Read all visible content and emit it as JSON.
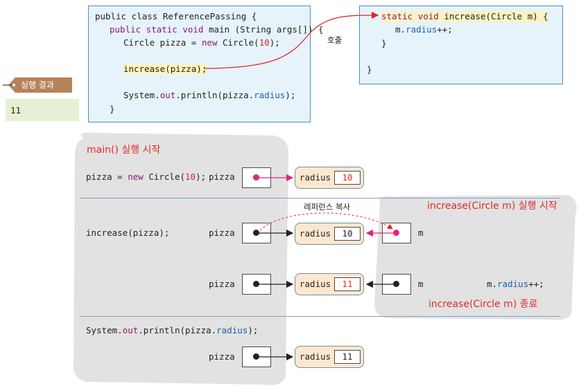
{
  "main_code": {
    "line1": "public class ReferencePassing {",
    "line2_kw": "public static void",
    "line2_rest": " main (String args[]) {",
    "line3_a": "Circle pizza = ",
    "line3_new": "new",
    "line3_b": " Circle(",
    "line3_num": "10",
    "line3_c": ");",
    "line4": "increase(pizza);",
    "line5_a": "System.",
    "line5_out": "out",
    "line5_b": ".println(pizza.",
    "line5_field": "radius",
    "line5_c": ");",
    "line6": "}"
  },
  "method_code": {
    "line1": "static void increase(Circle m) {",
    "line2_a": "m.",
    "line2_field": "radius",
    "line2_b": "++;",
    "line3": "}",
    "line4": "}"
  },
  "call_label": "호출",
  "result": {
    "tag": "실행 결과",
    "value": "11"
  },
  "diagram": {
    "main_start": "main() 실행 시작",
    "stmt1_a": "pizza = ",
    "stmt1_new": "new",
    "stmt1_b": " Circle(",
    "stmt1_num": "10",
    "stmt1_c": ");",
    "stmt2": "increase(pizza);",
    "stmt3_a": "System.",
    "stmt3_out": "out",
    "stmt3_b": ".println(pizza.",
    "stmt3_field": "radius",
    "stmt3_c": ");",
    "pizza_label": "pizza",
    "m_label": "m",
    "radius_label": "radius",
    "value_10": "10",
    "value_11": "11",
    "ref_copy": "레퍼런스 복사",
    "increase_start": "increase(Circle m) 실행 시작",
    "increase_end": "increase(Circle m) 종료",
    "m_incr_a": "m.",
    "m_incr_field": "radius",
    "m_incr_b": "++;"
  },
  "colors": {
    "accent_pink": "#e0257a",
    "red_text": "#e02828",
    "code_bg": "#e6f3fb",
    "object_bg": "#fde8cf"
  }
}
